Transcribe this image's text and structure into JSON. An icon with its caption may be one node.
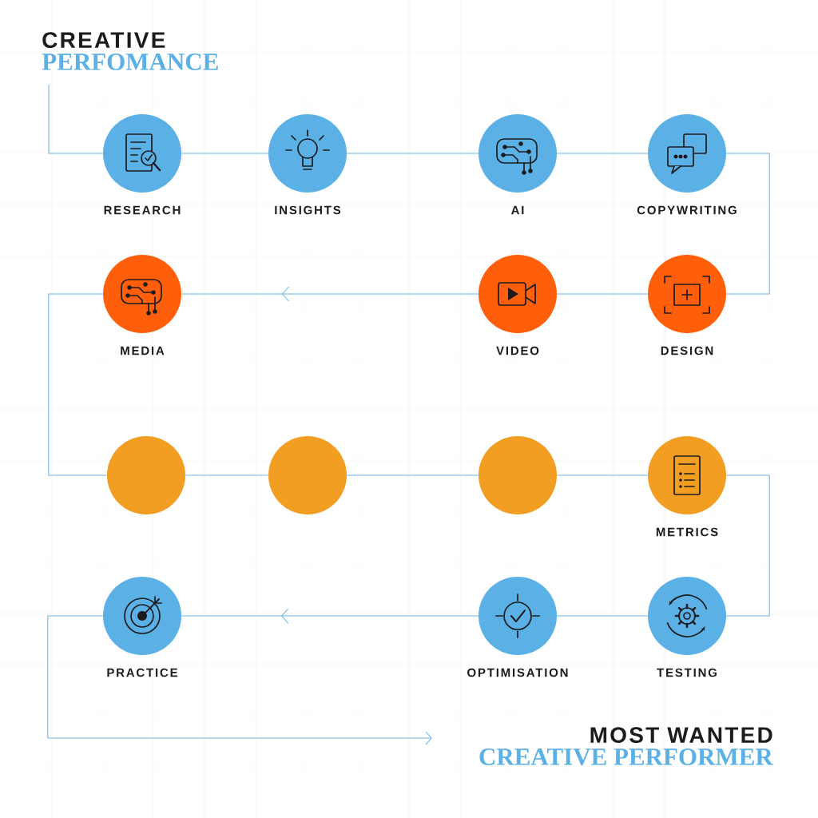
{
  "diagram": {
    "nodes": [
      {
        "text": [
          "CREATIVE",
          "PERFOMANCE"
        ]
      },
      {
        "text": [
          "RESEARCH"
        ]
      },
      {
        "text": [
          "INSIGHTS"
        ]
      },
      {
        "text": [
          "AI"
        ]
      },
      {
        "text": [
          "COPYWRITING"
        ]
      },
      {
        "text": [
          "DESIGN"
        ]
      },
      {
        "text": [
          "VIDEO"
        ]
      },
      {
        "text": [
          "MEDIA"
        ]
      },
      {
        "text": [],
        "shape": "circle"
      },
      {
        "text": [],
        "shape": "circle"
      },
      {
        "text": [],
        "shape": "circle"
      },
      {
        "text": [
          "METRICS"
        ]
      },
      {
        "text": [
          "TESTING"
        ]
      },
      {
        "text": [
          "OPTIMISATION"
        ]
      },
      {
        "text": [
          "PRACTICE"
        ]
      },
      {
        "text": [
          "MOST WANTED",
          "CREATIVE PERFORMER"
        ]
      }
    ],
    "edges": [
      {
        "from": 0,
        "to": 1,
        "arrow": "none"
      },
      {
        "from": 1,
        "to": 2,
        "arrow": "none"
      },
      {
        "from": 2,
        "to": 3,
        "arrow": "none"
      },
      {
        "from": 3,
        "to": 4,
        "arrow": "none"
      },
      {
        "from": 4,
        "to": 5,
        "arrow": "none"
      },
      {
        "from": 5,
        "to": 6,
        "arrow": "none"
      },
      {
        "from": 6,
        "to": 7,
        "arrow": "to"
      },
      {
        "from": 7,
        "to": 8,
        "arrow": "none"
      },
      {
        "from": 8,
        "to": 9,
        "arrow": "none"
      },
      {
        "from": 9,
        "to": 10,
        "arrow": "none"
      },
      {
        "from": 10,
        "to": 11,
        "arrow": "none"
      },
      {
        "from": 11,
        "to": 12,
        "arrow": "none"
      },
      {
        "from": 12,
        "to": 13,
        "arrow": "none"
      },
      {
        "from": 13,
        "to": 14,
        "arrow": "to"
      },
      {
        "from": 14,
        "to": 15,
        "arrow": "to"
      }
    ]
  }
}
